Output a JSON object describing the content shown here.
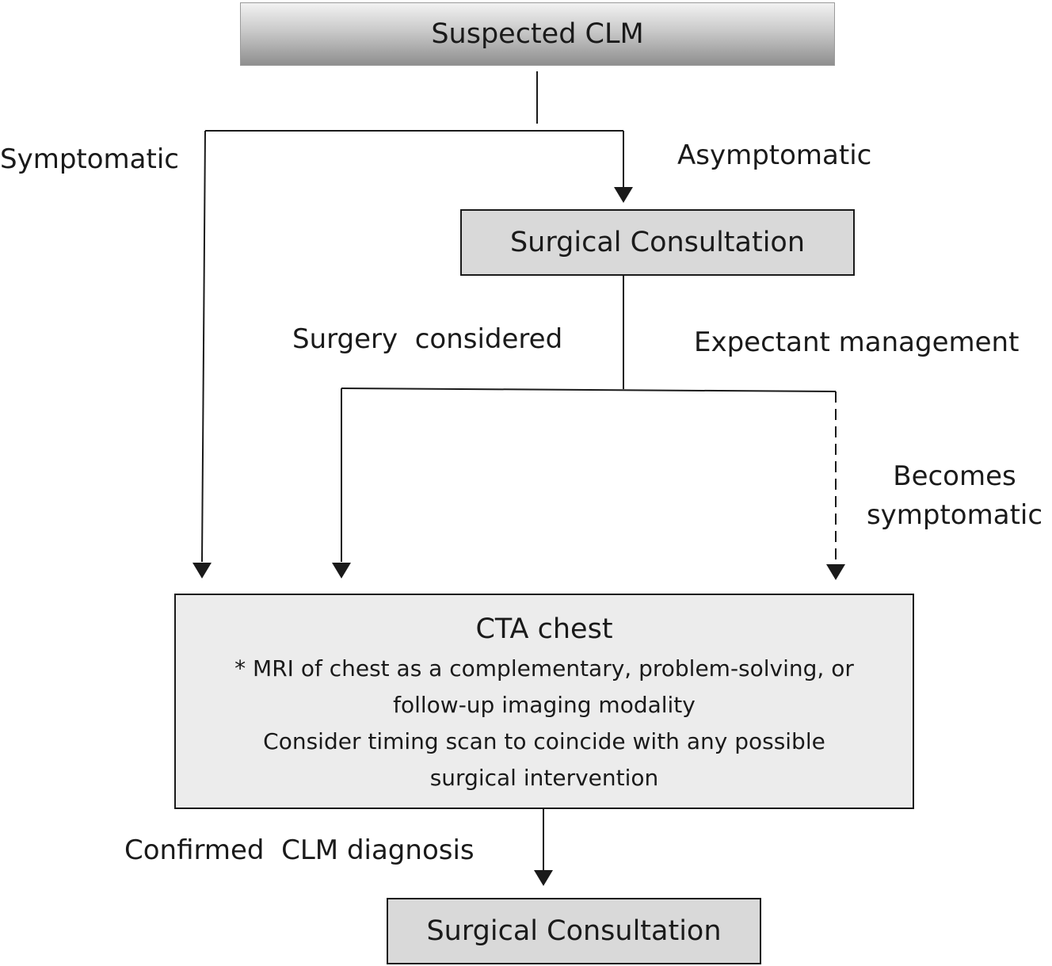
{
  "nodes": {
    "suspected": "Suspected CLM",
    "surgical_consultation_1": "Surgical Consultation",
    "cta": {
      "title": "CTA chest",
      "line1": "* MRI of chest as a complementary, problem-solving, or",
      "line2": "follow-up imaging modality",
      "line3": "Consider timing scan to coincide with any possible",
      "line4": "surgical intervention"
    },
    "surgical_consultation_2": "Surgical Consultation"
  },
  "edge_labels": {
    "symptomatic": "Symptomatic",
    "asymptomatic": "Asymptomatic",
    "surgery_considered": "Surgery  considered",
    "expectant_management": "Expectant management",
    "becomes_symptomatic_1": "Becomes",
    "becomes_symptomatic_2": "symptomatic",
    "confirmed_diagnosis": "Confirmed  CLM diagnosis"
  },
  "colors": {
    "line": "#1a1a1a",
    "box_fill": "#d9d9d9",
    "cta_fill": "#ececec"
  }
}
